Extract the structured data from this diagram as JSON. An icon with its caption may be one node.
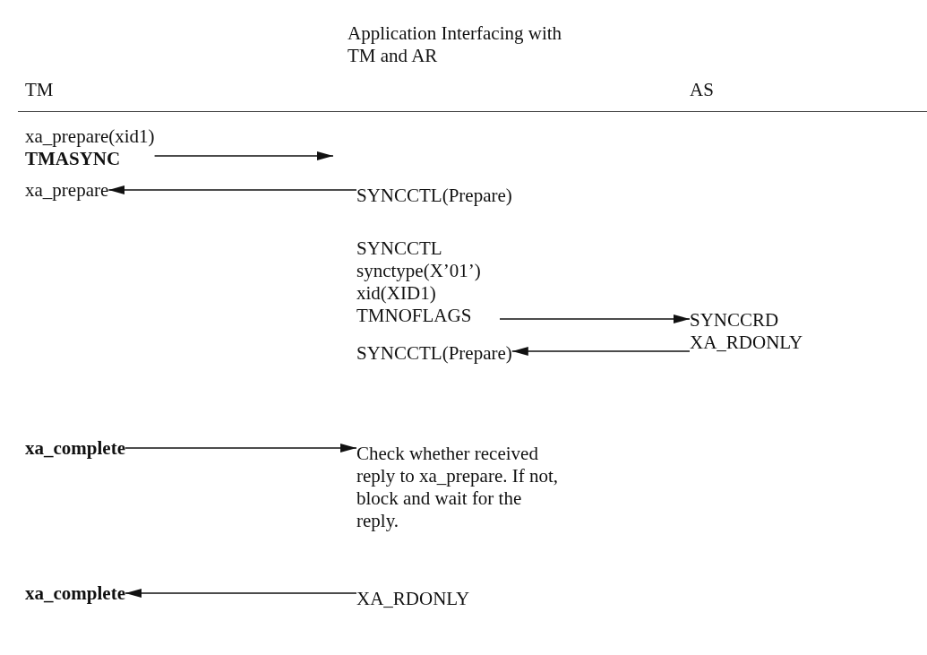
{
  "diagram": {
    "nodes": [
      {
        "text": [
          "xa_prepare(xid1)",
          "TMASYNC"
        ]
      },
      {
        "text": [
          "xa_prepare"
        ]
      },
      {
        "text": [
          "SYNCCTL(Prepare)"
        ]
      },
      {
        "text": [
          "SYNCCTL synctype(X’01’) xid(XID1) TMNOFLAGS"
        ]
      },
      {
        "text": [
          "SYNCCRD XA_RDONLY"
        ]
      },
      {
        "text": [
          "SYNCCTL(Prepare)"
        ]
      },
      {
        "text": [
          "xa_complete"
        ]
      },
      {
        "text": [
          "Check whether received reply to xa_prepare. If not, block and wait for the reply."
        ]
      },
      {
        "text": [
          "xa_complete"
        ]
      },
      {
        "text": [
          "XA_RDONLY"
        ]
      }
    ],
    "edges": [
      {
        "from": 0,
        "to": null,
        "arrow": "to"
      },
      {
        "from": 2,
        "to": 1,
        "arrow": "to"
      },
      {
        "from": 3,
        "to": 4,
        "arrow": "to"
      },
      {
        "from": 4,
        "to": 5,
        "arrow": "to"
      },
      {
        "from": 6,
        "to": 7,
        "arrow": "to"
      },
      {
        "from": 9,
        "to": 8,
        "arrow": "to"
      }
    ],
    "labels": [
      "TM",
      "Application Interfacing with TM and AR",
      "AS"
    ]
  }
}
